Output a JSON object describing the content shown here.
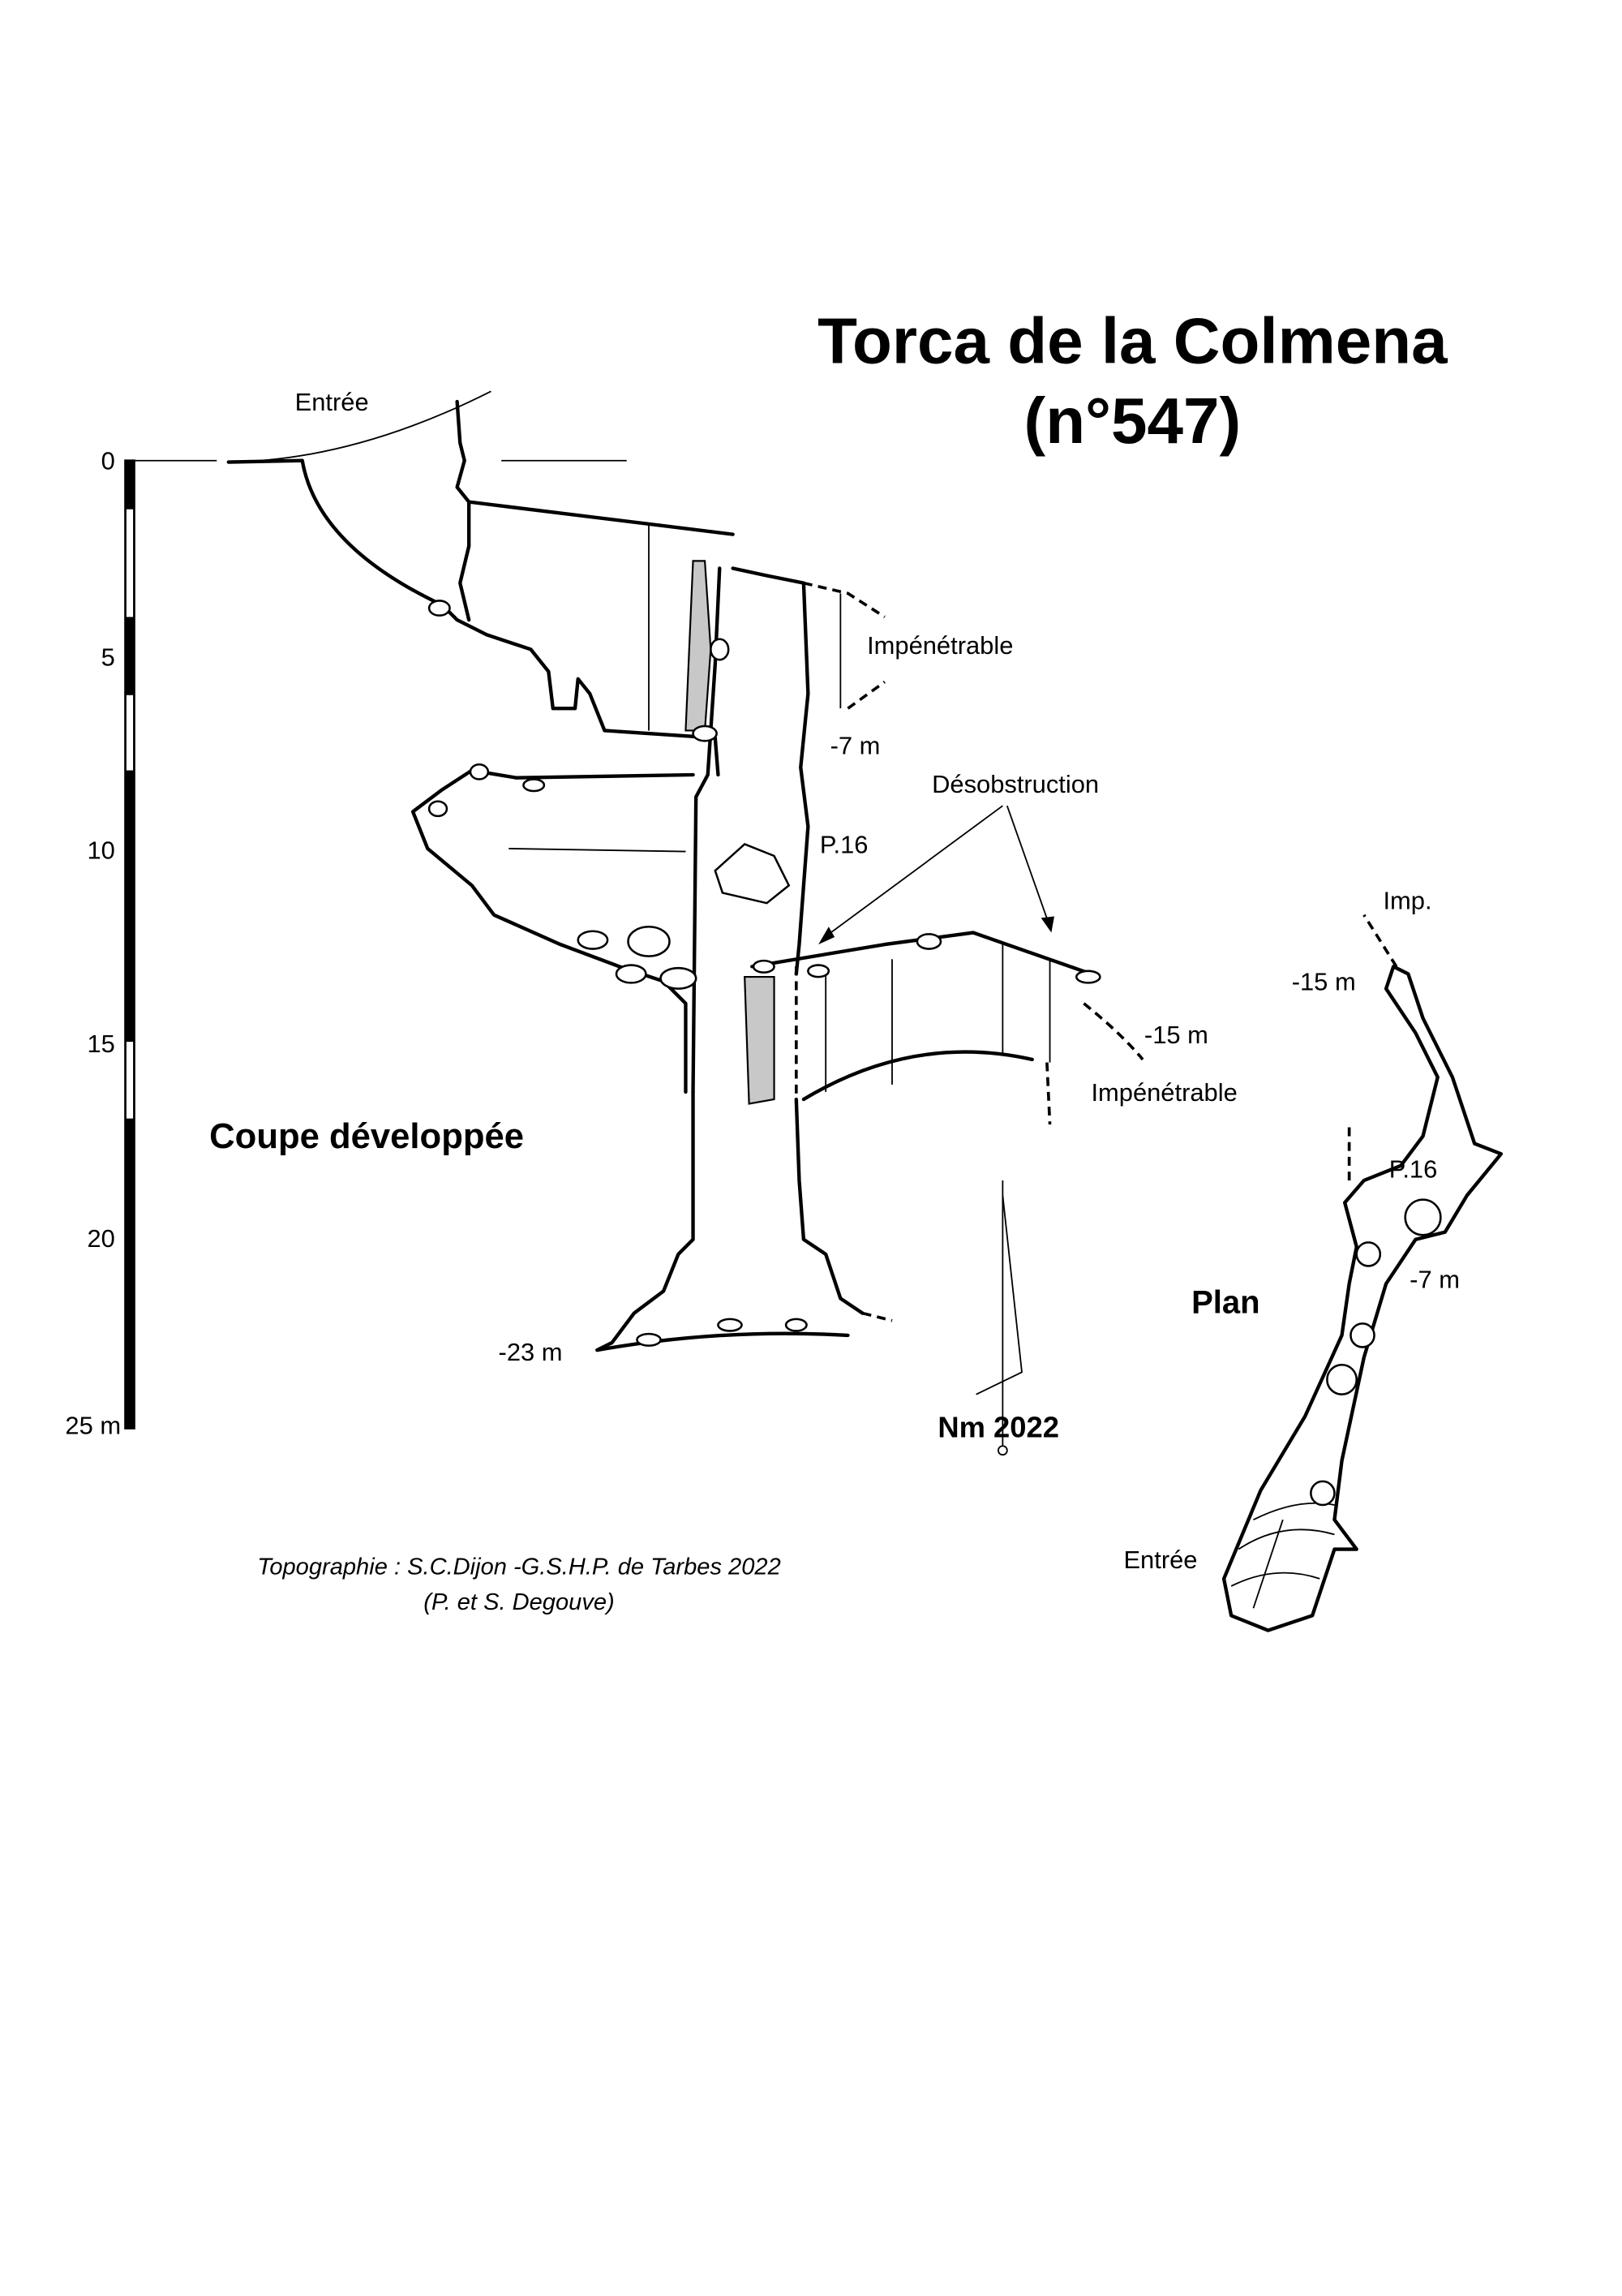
{
  "title": {
    "line1": "Torca de la Colmena",
    "line2": "(n°547)"
  },
  "section": {
    "label": "Coupe développée",
    "scale": {
      "ticks": [
        "0",
        "5",
        "10",
        "15",
        "20",
        "25 m"
      ],
      "max_m": 25
    },
    "entrance": "Entrée",
    "impenetrable_top": "Impénétrable",
    "depth_7": "-7 m",
    "desobstruction": "Désobstruction",
    "pitch": "P.16",
    "depth_15": "-15 m",
    "impenetrable_bottom": "Impénétrable",
    "depth_23": "-23 m"
  },
  "north": {
    "label": "Nm 2022"
  },
  "plan": {
    "label": "Plan",
    "imp": "Imp.",
    "depth_15": "-15 m",
    "pitch": "P.16",
    "depth_7": "-7 m",
    "entrance": "Entrée"
  },
  "credits": {
    "line1": "Topographie : S.C.Dijon -G.S.H.P. de Tarbes 2022",
    "line2": "(P. et S. Degouve)"
  }
}
